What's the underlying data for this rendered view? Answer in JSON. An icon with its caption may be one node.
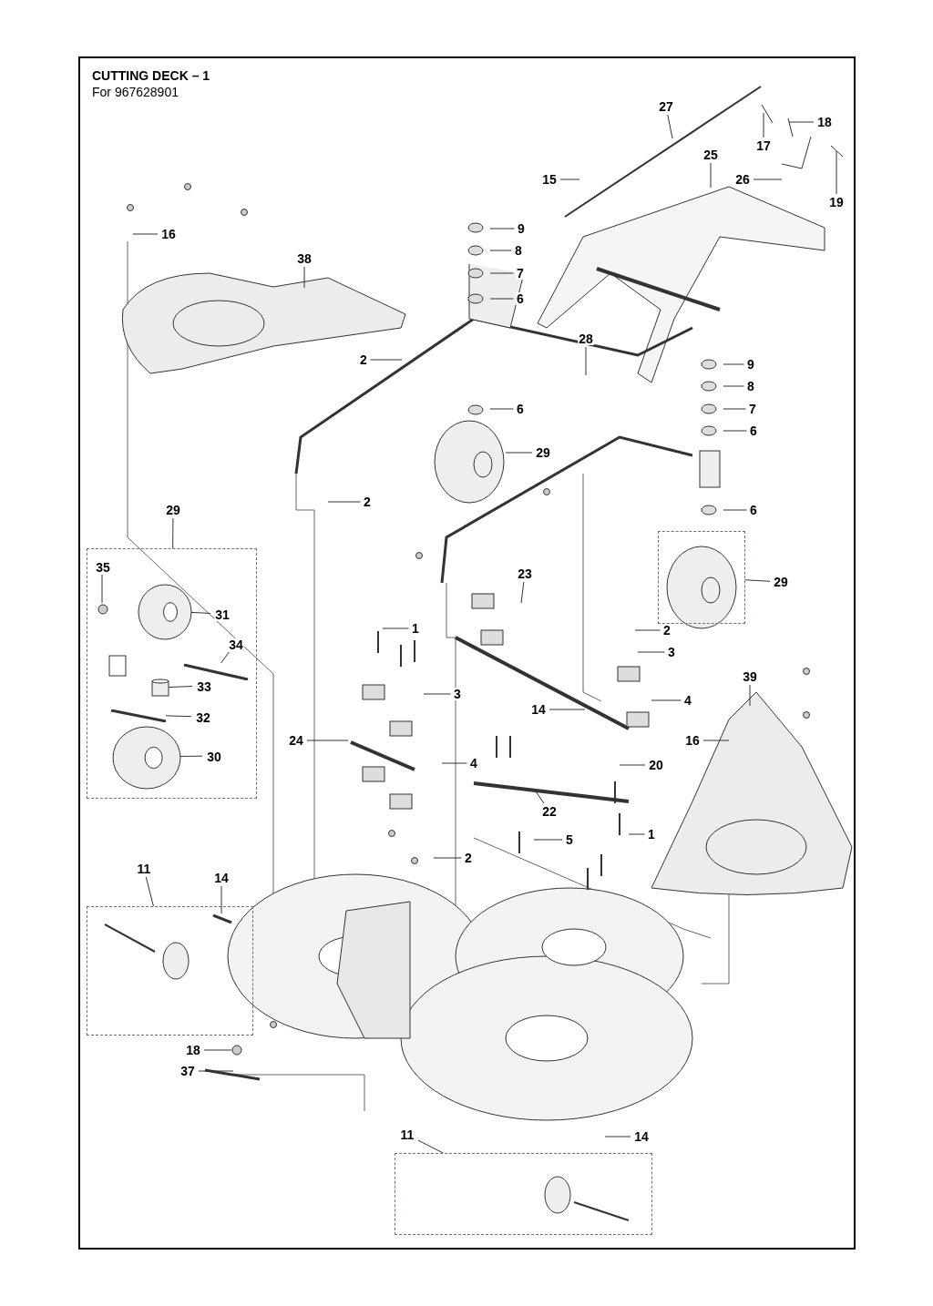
{
  "diagram": {
    "title": "CUTTING DECK – 1",
    "caption": "For 967628901",
    "nodes": [
      {
        "text": [
          "27"
        ]
      },
      {
        "text": [
          "17"
        ]
      },
      {
        "text": [
          "18"
        ]
      },
      {
        "text": [
          "15"
        ]
      },
      {
        "text": [
          "25"
        ]
      },
      {
        "text": [
          "26"
        ]
      },
      {
        "text": [
          "19"
        ]
      },
      {
        "text": [
          "16"
        ]
      },
      {
        "text": [
          "9"
        ]
      },
      {
        "text": [
          "8"
        ]
      },
      {
        "text": [
          "7"
        ]
      },
      {
        "text": [
          "6"
        ]
      },
      {
        "text": [
          "38"
        ]
      },
      {
        "text": [
          "28"
        ]
      },
      {
        "text": [
          "2"
        ]
      },
      {
        "text": [
          "6"
        ]
      },
      {
        "text": [
          "29"
        ]
      },
      {
        "text": [
          "2"
        ]
      },
      {
        "text": [
          "9"
        ]
      },
      {
        "text": [
          "8"
        ]
      },
      {
        "text": [
          "7"
        ]
      },
      {
        "text": [
          "6"
        ]
      },
      {
        "text": [
          "6"
        ]
      },
      {
        "text": [
          "29"
        ]
      },
      {
        "text": [
          "29"
        ]
      },
      {
        "text": [
          "35"
        ],
        "in": 53
      },
      {
        "text": [
          "31"
        ],
        "in": 53
      },
      {
        "text": [
          "34"
        ],
        "in": 53
      },
      {
        "text": [
          "33"
        ],
        "in": 53
      },
      {
        "text": [
          "32"
        ],
        "in": 53
      },
      {
        "text": [
          "30"
        ],
        "in": 53
      },
      {
        "text": [
          "1"
        ]
      },
      {
        "text": [
          "23"
        ]
      },
      {
        "text": [
          "2"
        ]
      },
      {
        "text": [
          "3"
        ]
      },
      {
        "text": [
          "3"
        ]
      },
      {
        "text": [
          "4"
        ]
      },
      {
        "text": [
          "4"
        ]
      },
      {
        "text": [
          "24"
        ]
      },
      {
        "text": [
          "14"
        ]
      },
      {
        "text": [
          "39"
        ]
      },
      {
        "text": [
          "16"
        ]
      },
      {
        "text": [
          "20"
        ]
      },
      {
        "text": [
          "22"
        ]
      },
      {
        "text": [
          "1"
        ]
      },
      {
        "text": [
          "5"
        ]
      },
      {
        "text": [
          "2"
        ]
      },
      {
        "text": [
          "11"
        ]
      },
      {
        "text": [
          "14"
        ]
      },
      {
        "text": [
          "18"
        ]
      },
      {
        "text": [
          "37"
        ]
      },
      {
        "text": [
          "14"
        ]
      },
      {
        "text": [
          "11"
        ]
      },
      {
        "text": [],
        "shape": "box"
      },
      {
        "text": [],
        "shape": "box"
      },
      {
        "text": [],
        "shape": "box"
      },
      {
        "text": [],
        "shape": "box"
      },
      {
        "text": [],
        "shape": "circle",
        "in": 53
      },
      {
        "text": [],
        "shape": "picture",
        "in": 53
      },
      {
        "text": [],
        "shape": "bar",
        "in": 53
      },
      {
        "text": [],
        "shape": "cylinder",
        "in": 53
      },
      {
        "text": [],
        "shape": "bar",
        "in": 53
      },
      {
        "text": [],
        "shape": "picture",
        "in": 53
      },
      {
        "text": [],
        "shape": "bar",
        "in": 55
      },
      {
        "text": [],
        "shape": "circle"
      }
    ],
    "edges": [
      {
        "from": 0,
        "to": null,
        "arrow": "none"
      },
      {
        "from": 1,
        "to": null,
        "arrow": "none"
      },
      {
        "from": 2,
        "to": null,
        "arrow": "none"
      },
      {
        "from": 3,
        "to": null,
        "arrow": "none"
      },
      {
        "from": 4,
        "to": null,
        "arrow": "none"
      },
      {
        "from": 5,
        "to": null,
        "arrow": "none"
      },
      {
        "from": 6,
        "to": null,
        "arrow": "none"
      },
      {
        "from": 7,
        "to": null,
        "arrow": "none"
      },
      {
        "from": 8,
        "to": null,
        "arrow": "none"
      },
      {
        "from": 9,
        "to": null,
        "arrow": "none"
      },
      {
        "from": 10,
        "to": null,
        "arrow": "none"
      },
      {
        "from": 11,
        "to": null,
        "arrow": "none"
      },
      {
        "from": 12,
        "to": null,
        "arrow": "none"
      },
      {
        "from": 13,
        "to": null,
        "arrow": "none"
      },
      {
        "from": 14,
        "to": null,
        "arrow": "none"
      },
      {
        "from": 15,
        "to": null,
        "arrow": "none"
      },
      {
        "from": 16,
        "to": null,
        "arrow": "none"
      },
      {
        "from": 17,
        "to": null,
        "arrow": "none"
      },
      {
        "from": 18,
        "to": null,
        "arrow": "none"
      },
      {
        "from": 19,
        "to": null,
        "arrow": "none"
      },
      {
        "from": 20,
        "to": null,
        "arrow": "none"
      },
      {
        "from": 21,
        "to": null,
        "arrow": "none"
      },
      {
        "from": 22,
        "to": null,
        "arrow": "none"
      },
      {
        "from": 23,
        "to": 54,
        "arrow": "none"
      },
      {
        "from": 24,
        "to": 53,
        "arrow": "none"
      },
      {
        "from": 25,
        "to": 57,
        "arrow": "none"
      },
      {
        "from": 26,
        "to": 58,
        "arrow": "none"
      },
      {
        "from": 27,
        "to": 59,
        "arrow": "none"
      },
      {
        "from": 28,
        "to": 60,
        "arrow": "none"
      },
      {
        "from": 29,
        "to": 61,
        "arrow": "none"
      },
      {
        "from": 30,
        "to": 62,
        "arrow": "none"
      },
      {
        "from": 31,
        "to": null,
        "arrow": "none"
      },
      {
        "from": 32,
        "to": null,
        "arrow": "none"
      },
      {
        "from": 33,
        "to": null,
        "arrow": "none"
      },
      {
        "from": 34,
        "to": null,
        "arrow": "none"
      },
      {
        "from": 35,
        "to": null,
        "arrow": "none"
      },
      {
        "from": 36,
        "to": null,
        "arrow": "none"
      },
      {
        "from": 37,
        "to": null,
        "arrow": "none"
      },
      {
        "from": 38,
        "to": null,
        "arrow": "none"
      },
      {
        "from": 39,
        "to": null,
        "arrow": "none"
      },
      {
        "from": 40,
        "to": null,
        "arrow": "none"
      },
      {
        "from": 41,
        "to": null,
        "arrow": "none"
      },
      {
        "from": 42,
        "to": null,
        "arrow": "none"
      },
      {
        "from": 43,
        "to": null,
        "arrow": "none"
      },
      {
        "from": 44,
        "to": null,
        "arrow": "none"
      },
      {
        "from": 45,
        "to": null,
        "arrow": "none"
      },
      {
        "from": 46,
        "to": null,
        "arrow": "none"
      },
      {
        "from": 47,
        "to": 55,
        "arrow": "none"
      },
      {
        "from": 48,
        "to": 63,
        "arrow": "none"
      },
      {
        "from": 49,
        "to": 64,
        "arrow": "none"
      },
      {
        "from": 50,
        "to": null,
        "arrow": "none"
      },
      {
        "from": 51,
        "to": null,
        "arrow": "none"
      },
      {
        "from": 52,
        "to": 56,
        "arrow": "none"
      }
    ]
  }
}
